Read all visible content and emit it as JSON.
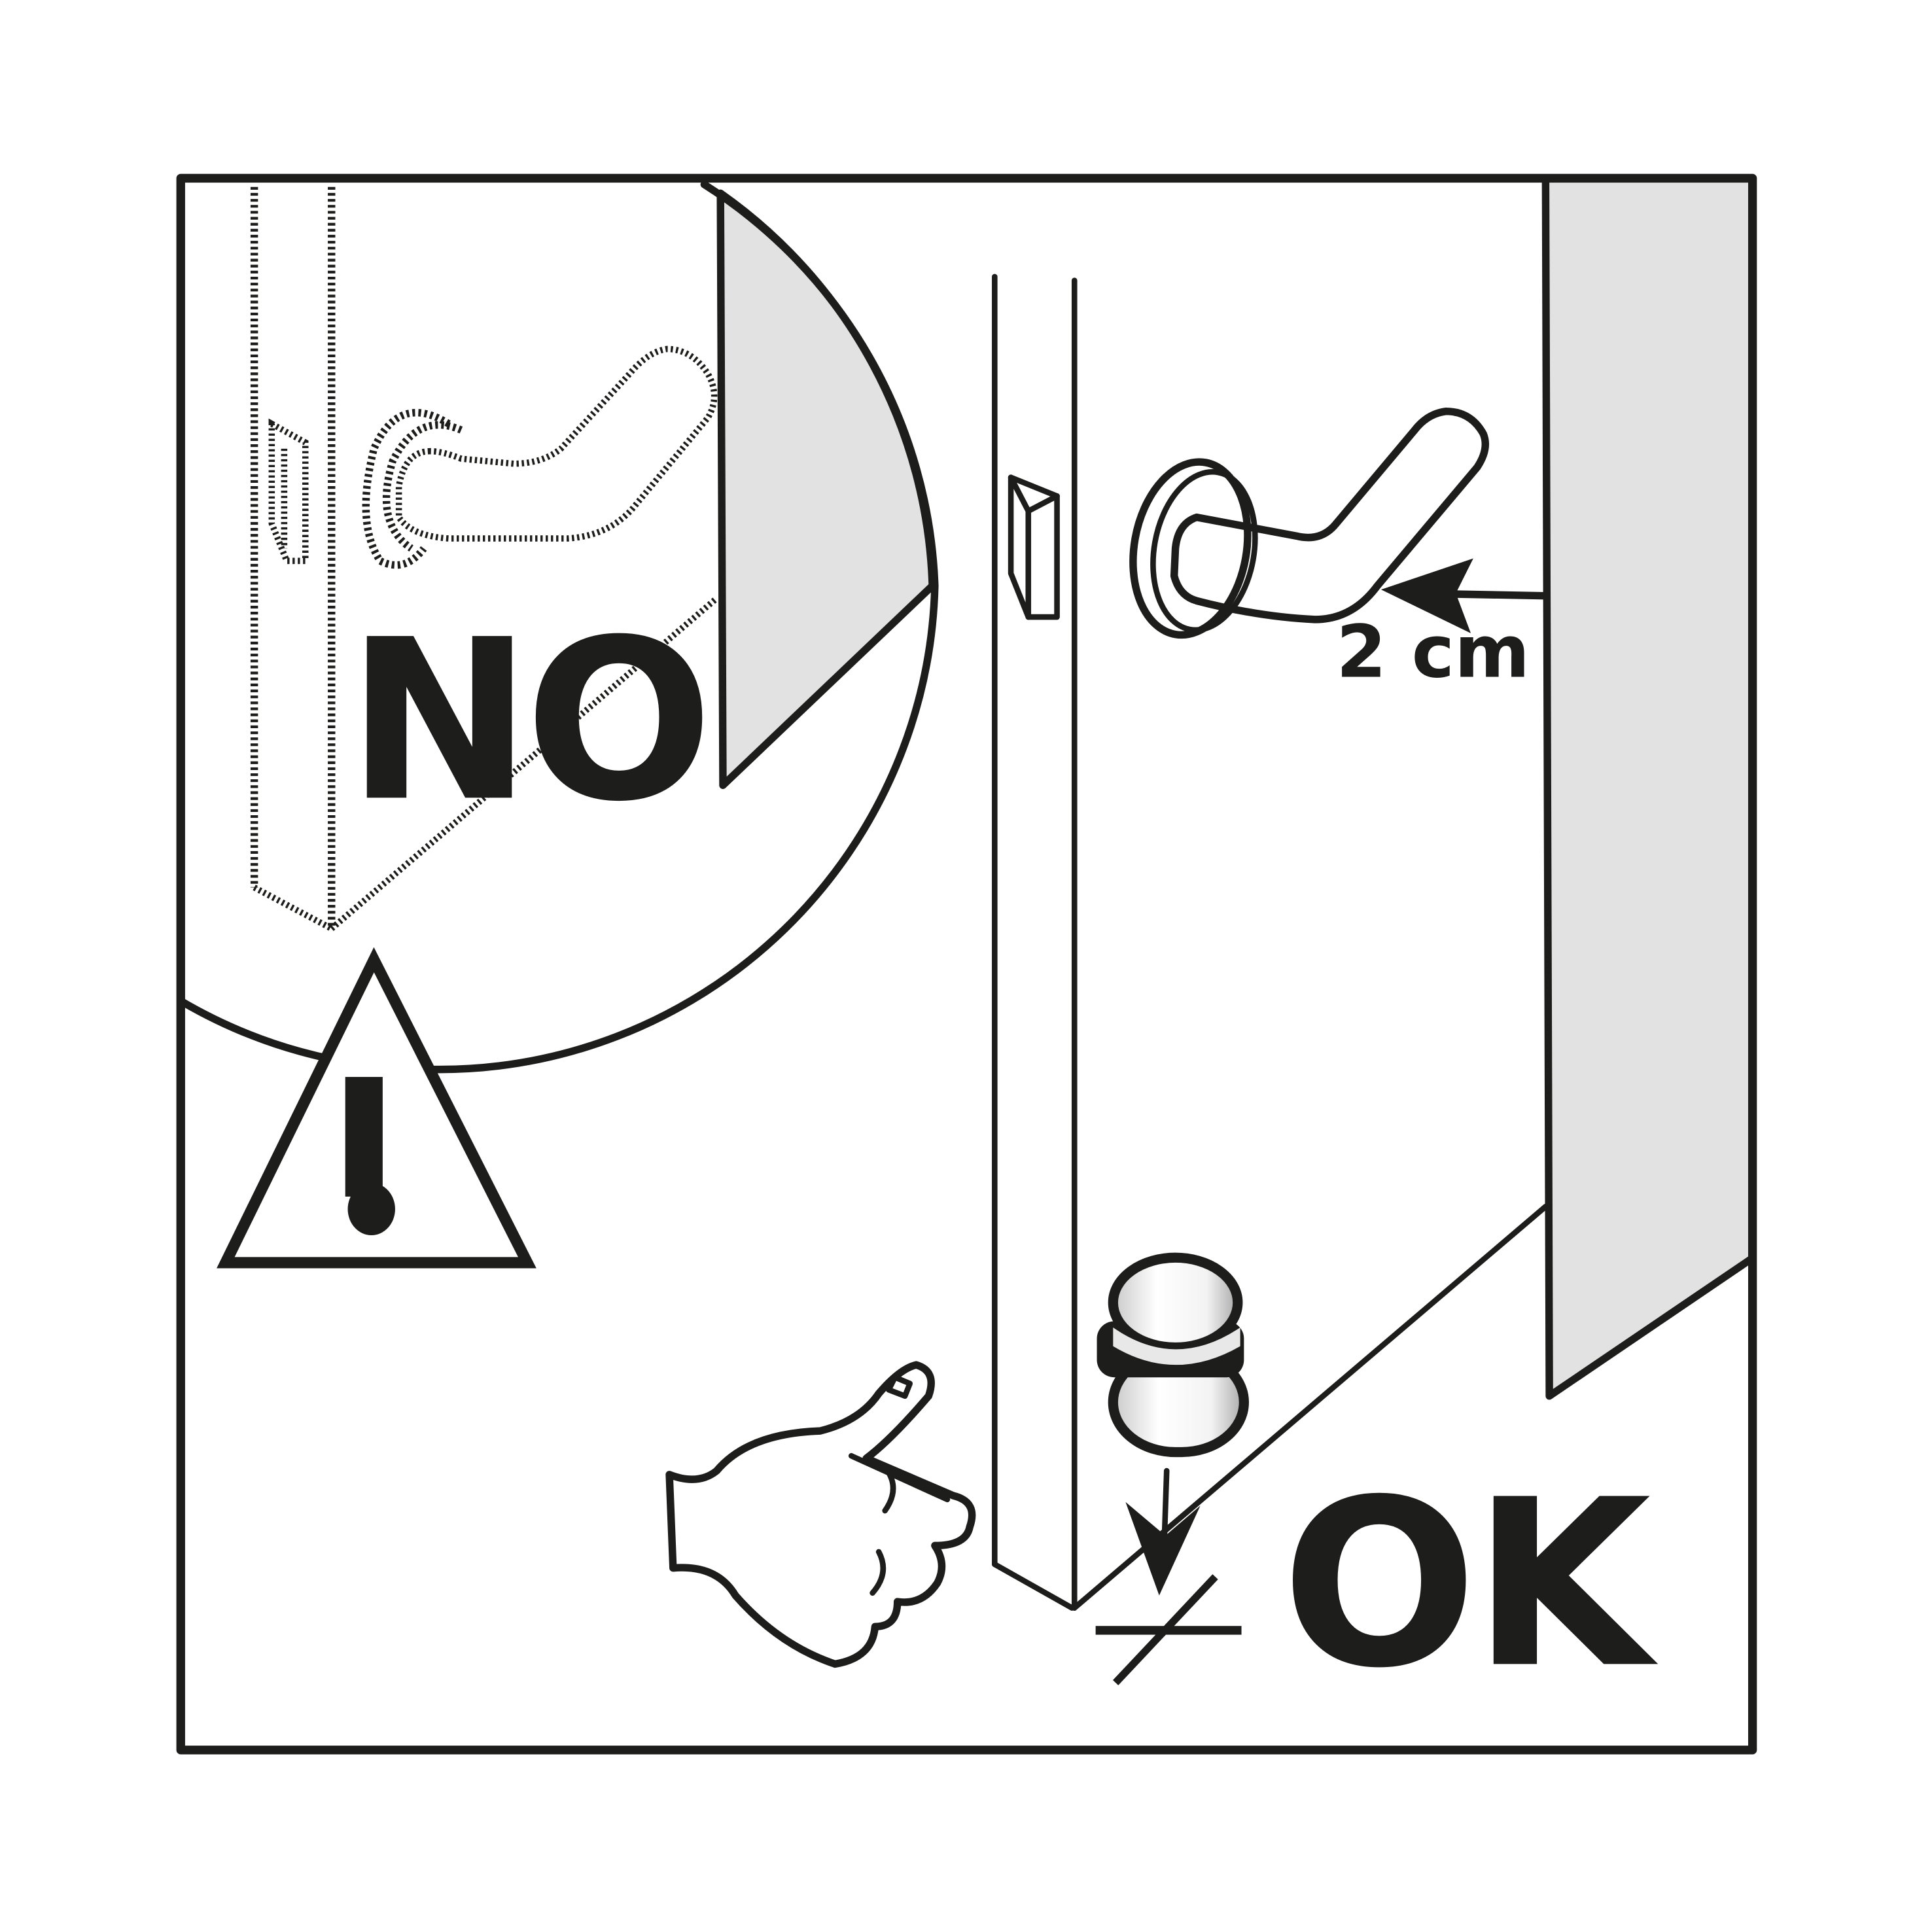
{
  "diagram": {
    "type": "installation-instruction",
    "subject": "door stopper placement",
    "colors": {
      "ink": "#1d1d1b",
      "wall_grey": "#e2e2e2",
      "background": "#ffffff"
    },
    "panels": {
      "incorrect": {
        "label": "NO",
        "description": "Door handle would hit the wall (shown dotted behind door)"
      },
      "correct": {
        "label": "OK",
        "description": "Stopper mounted on the floor so handle stays clear of the wall"
      }
    },
    "measurement": {
      "value": "2",
      "unit": "cm",
      "text": "2 cm"
    },
    "warning": {
      "symbol": "!"
    },
    "icons": [
      "warning-triangle-icon",
      "pointing-hand-icon",
      "door-handle-icon",
      "door-stopper-icon",
      "floor-mount-icon",
      "distance-arrow-icon"
    ]
  }
}
